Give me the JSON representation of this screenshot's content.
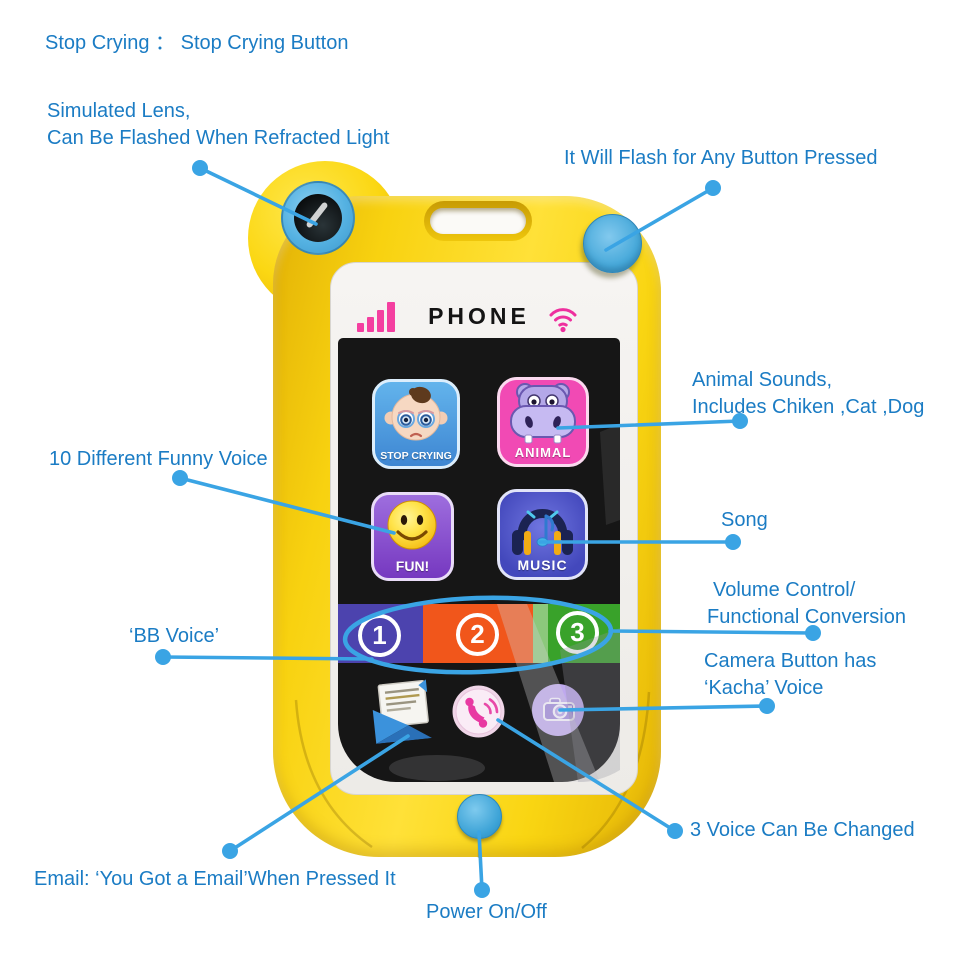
{
  "annotations": {
    "stop_crying_note": "Stop Crying ： Stop Crying Button",
    "lens_line1": "Simulated Lens,",
    "lens_line2": "Can Be Flashed When Refracted Light",
    "flash_note": "It Will Flash for Any Button Pressed",
    "animal_line1": "Animal Sounds,",
    "animal_line2": "Includes Chiken ,Cat ,Dog",
    "funny_voice_note": "10 Different Funny Voice",
    "song_note": "Song",
    "volume_line1": "Volume Control/",
    "volume_line2": "Functional Conversion",
    "bb_voice_note": "‘BB Voice’",
    "camera_line1": "Camera Button has",
    "camera_line2": "‘Kacha’ Voice",
    "three_voice_note": "3 Voice Can Be Changed",
    "email_note": "Email: ‘You Got a Email’When Pressed It",
    "power_note": "Power On/Off"
  },
  "phone": {
    "status_title": "PHONE",
    "apps": [
      {
        "label": "STOP CRYING"
      },
      {
        "label": "ANIMAL"
      },
      {
        "label": "FUN!"
      },
      {
        "label": "MUSIC"
      }
    ],
    "mode_buttons": [
      "1",
      "2",
      "3"
    ]
  },
  "colors": {
    "annotation_text": "#1b7cc4",
    "callout_line": "#3aa4e4",
    "body_yellow": "#fbd713",
    "screen_black": "#161616",
    "stripe_purple": "#4c43ae",
    "stripe_orange": "#f1561b",
    "stripe_green": "#39a22a",
    "signal_pink": "#f43fa0",
    "animal_pink": "#f14ab4",
    "fun_purple": "#8a52cc",
    "music_blue": "#4a55cc",
    "stopcrying_blue": "#4b9ee0"
  }
}
